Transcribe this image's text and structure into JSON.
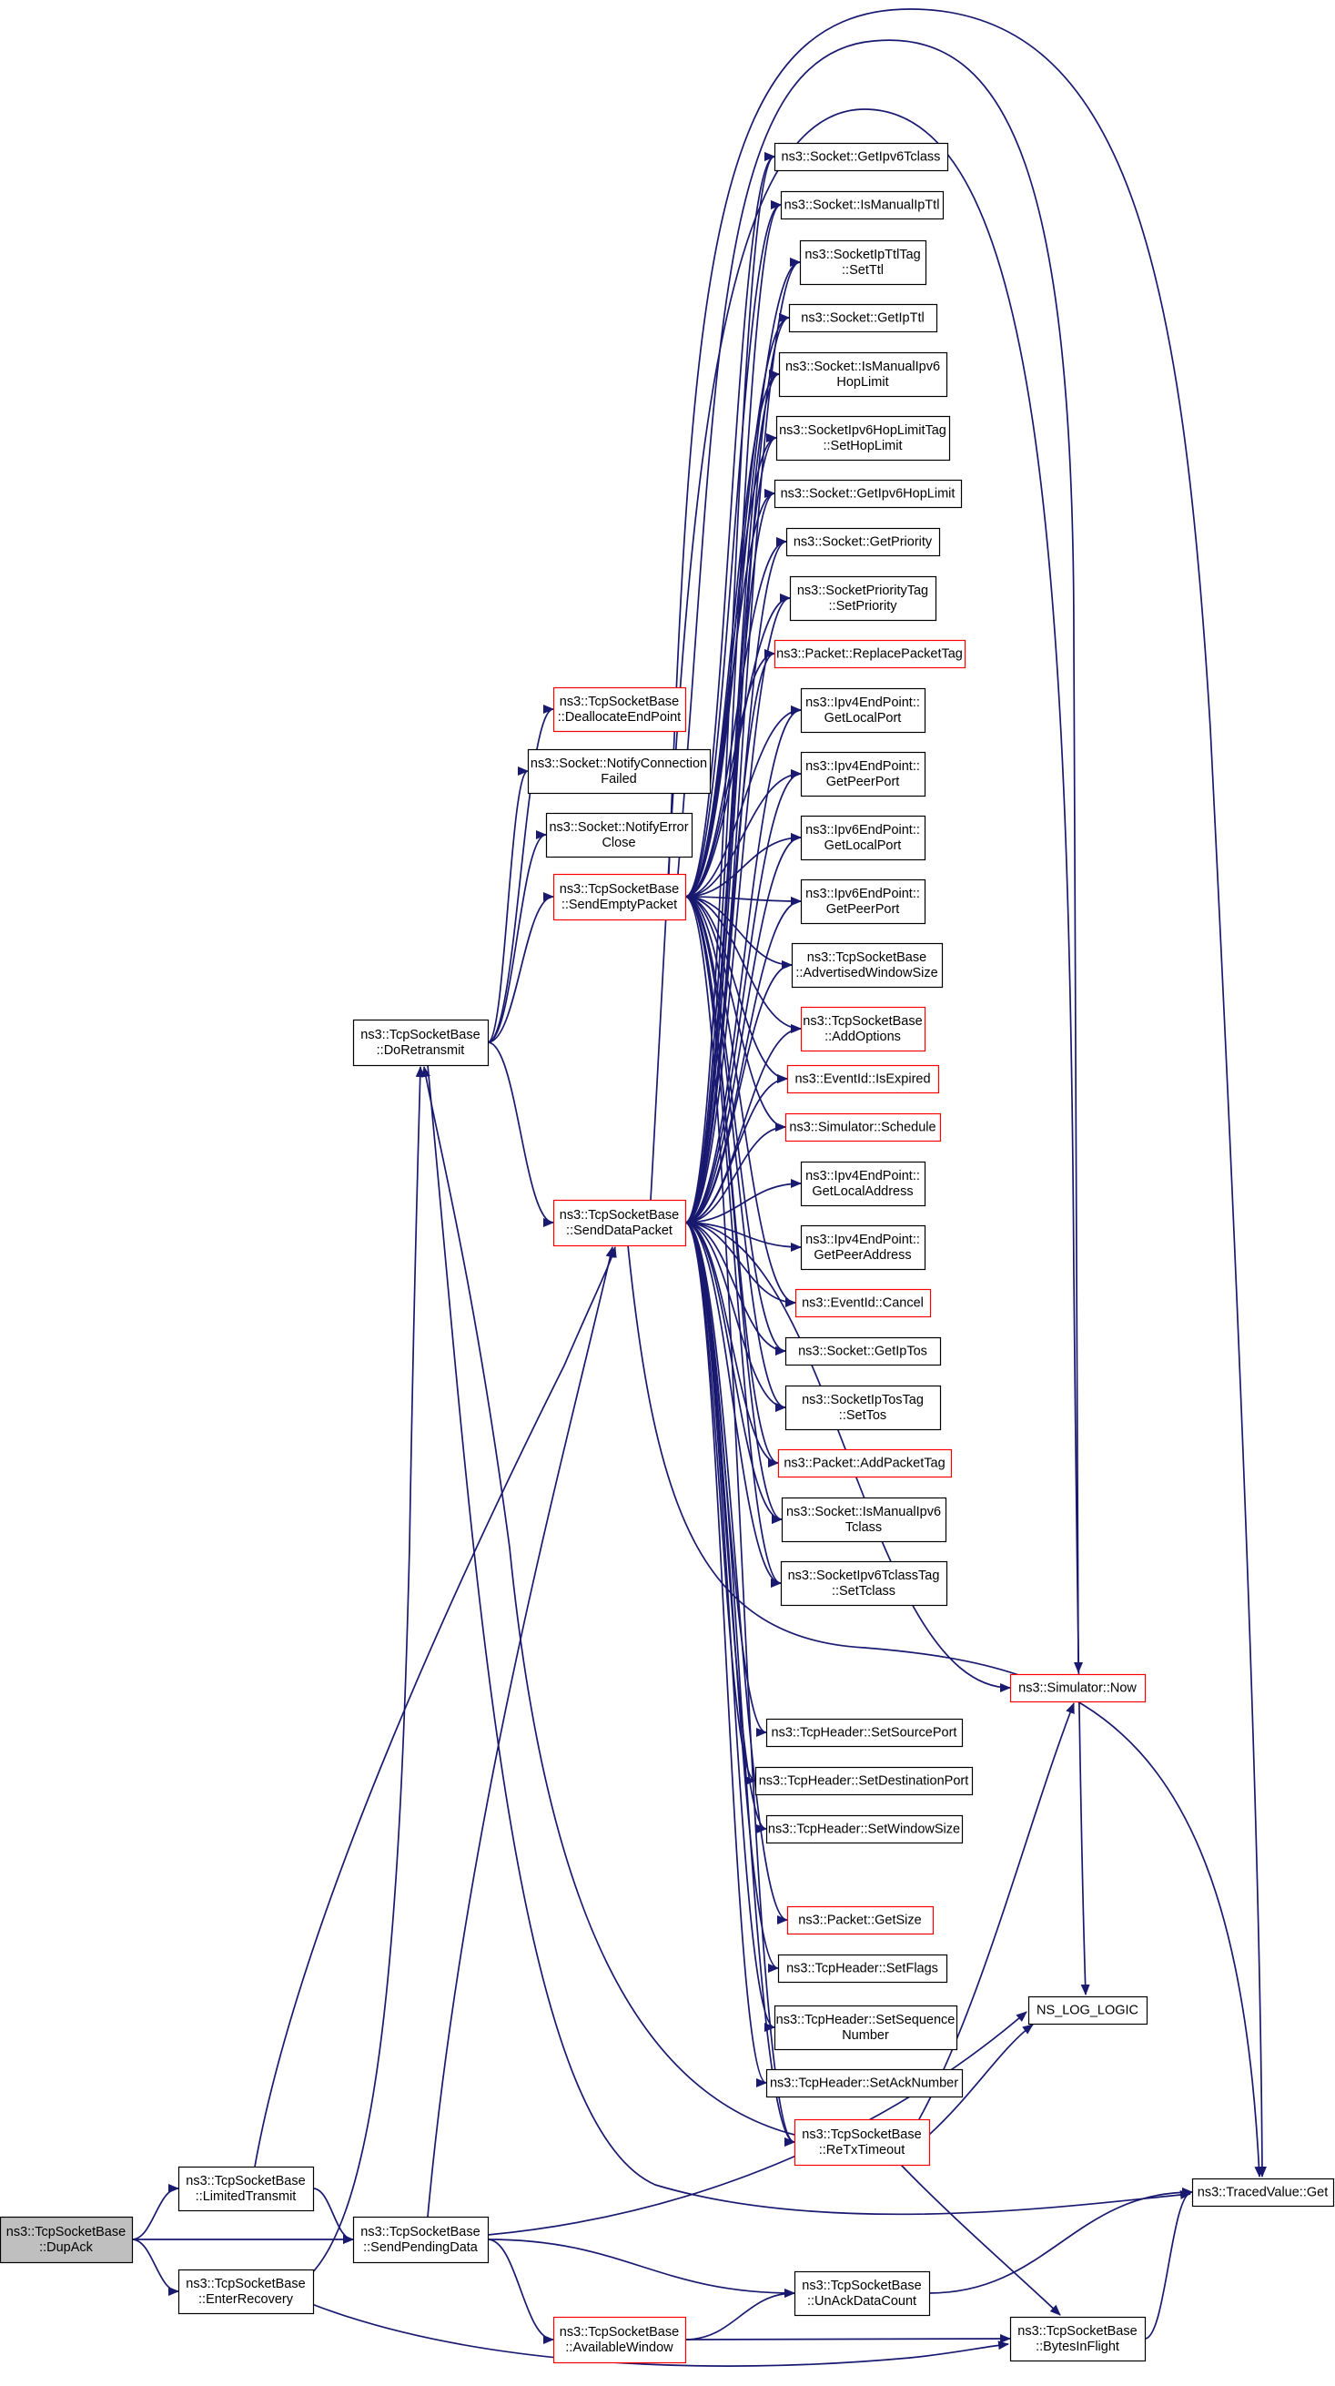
{
  "diagram": {
    "nodes": [
      {
        "id": "dupack",
        "lines": [
          "ns3::TcpSocketBase",
          "::DupAck"
        ],
        "style": "root"
      },
      {
        "id": "limitedtransmit",
        "lines": [
          "ns3::TcpSocketBase",
          "::LimitedTransmit"
        ],
        "style": "normal"
      },
      {
        "id": "enterrecovery",
        "lines": [
          "ns3::TcpSocketBase",
          "::EnterRecovery"
        ],
        "style": "normal"
      },
      {
        "id": "sendpendingdata",
        "lines": [
          "ns3::TcpSocketBase",
          "::SendPendingData"
        ],
        "style": "normal"
      },
      {
        "id": "doretransmit",
        "lines": [
          "ns3::TcpSocketBase",
          "::DoRetransmit"
        ],
        "style": "normal"
      },
      {
        "id": "deallocateendpoint",
        "lines": [
          "ns3::TcpSocketBase",
          "::DeallocateEndPoint"
        ],
        "style": "red"
      },
      {
        "id": "notifyconnectionfailed",
        "lines": [
          "ns3::Socket::NotifyConnection",
          "Failed"
        ],
        "style": "normal"
      },
      {
        "id": "notifyerrorclose",
        "lines": [
          "ns3::Socket::NotifyError",
          "Close"
        ],
        "style": "normal"
      },
      {
        "id": "sendemptypacket",
        "lines": [
          "ns3::TcpSocketBase",
          "::SendEmptyPacket"
        ],
        "style": "red"
      },
      {
        "id": "senddatapacket",
        "lines": [
          "ns3::TcpSocketBase",
          "::SendDataPacket"
        ],
        "style": "red"
      },
      {
        "id": "availablewindow",
        "lines": [
          "ns3::TcpSocketBase",
          "::AvailableWindow"
        ],
        "style": "red"
      },
      {
        "id": "getipv6tclass",
        "lines": [
          "ns3::Socket::GetIpv6Tclass"
        ],
        "style": "normal"
      },
      {
        "id": "ismanualipttl",
        "lines": [
          "ns3::Socket::IsManualIpTtl"
        ],
        "style": "normal"
      },
      {
        "id": "setttl",
        "lines": [
          "ns3::SocketIpTtlTag",
          "::SetTtl"
        ],
        "style": "normal"
      },
      {
        "id": "getipttl",
        "lines": [
          "ns3::Socket::GetIpTtl"
        ],
        "style": "normal"
      },
      {
        "id": "ismanualipv6hoplimit",
        "lines": [
          "ns3::Socket::IsManualIpv6",
          "HopLimit"
        ],
        "style": "normal"
      },
      {
        "id": "sethoplimit",
        "lines": [
          "ns3::SocketIpv6HopLimitTag",
          "::SetHopLimit"
        ],
        "style": "normal"
      },
      {
        "id": "getipv6hoplimit",
        "lines": [
          "ns3::Socket::GetIpv6HopLimit"
        ],
        "style": "normal"
      },
      {
        "id": "getpriority",
        "lines": [
          "ns3::Socket::GetPriority"
        ],
        "style": "normal"
      },
      {
        "id": "setpriority",
        "lines": [
          "ns3::SocketPriorityTag",
          "::SetPriority"
        ],
        "style": "normal"
      },
      {
        "id": "replacepackettag",
        "lines": [
          "ns3::Packet::ReplacePacketTag"
        ],
        "style": "red"
      },
      {
        "id": "ipv4getlocalport",
        "lines": [
          "ns3::Ipv4EndPoint::",
          "GetLocalPort"
        ],
        "style": "normal"
      },
      {
        "id": "ipv4getpeerport",
        "lines": [
          "ns3::Ipv4EndPoint::",
          "GetPeerPort"
        ],
        "style": "normal"
      },
      {
        "id": "ipv6getlocalport",
        "lines": [
          "ns3::Ipv6EndPoint::",
          "GetLocalPort"
        ],
        "style": "normal"
      },
      {
        "id": "ipv6getpeerport",
        "lines": [
          "ns3::Ipv6EndPoint::",
          "GetPeerPort"
        ],
        "style": "normal"
      },
      {
        "id": "advertisedwindowsize",
        "lines": [
          "ns3::TcpSocketBase",
          "::AdvertisedWindowSize"
        ],
        "style": "normal"
      },
      {
        "id": "addoptions",
        "lines": [
          "ns3::TcpSocketBase",
          "::AddOptions"
        ],
        "style": "red"
      },
      {
        "id": "isexpired",
        "lines": [
          "ns3::EventId::IsExpired"
        ],
        "style": "red"
      },
      {
        "id": "schedule",
        "lines": [
          "ns3::Simulator::Schedule"
        ],
        "style": "red"
      },
      {
        "id": "getlocaladdress",
        "lines": [
          "ns3::Ipv4EndPoint::",
          "GetLocalAddress"
        ],
        "style": "normal"
      },
      {
        "id": "getpeeraddress",
        "lines": [
          "ns3::Ipv4EndPoint::",
          "GetPeerAddress"
        ],
        "style": "normal"
      },
      {
        "id": "cancel",
        "lines": [
          "ns3::EventId::Cancel"
        ],
        "style": "red"
      },
      {
        "id": "getiptos",
        "lines": [
          "ns3::Socket::GetIpTos"
        ],
        "style": "normal"
      },
      {
        "id": "settos",
        "lines": [
          "ns3::SocketIpTosTag",
          "::SetTos"
        ],
        "style": "normal"
      },
      {
        "id": "addpackettag",
        "lines": [
          "ns3::Packet::AddPacketTag"
        ],
        "style": "red"
      },
      {
        "id": "ismanualipv6tclass",
        "lines": [
          "ns3::Socket::IsManualIpv6",
          "Tclass"
        ],
        "style": "normal"
      },
      {
        "id": "settclass",
        "lines": [
          "ns3::SocketIpv6TclassTag",
          "::SetTclass"
        ],
        "style": "normal"
      },
      {
        "id": "now",
        "lines": [
          "ns3::Simulator::Now"
        ],
        "style": "red"
      },
      {
        "id": "setsourceport",
        "lines": [
          "ns3::TcpHeader::SetSourcePort"
        ],
        "style": "normal"
      },
      {
        "id": "setdestinationport",
        "lines": [
          "ns3::TcpHeader::SetDestinationPort"
        ],
        "style": "normal"
      },
      {
        "id": "setwindowsize",
        "lines": [
          "ns3::TcpHeader::SetWindowSize"
        ],
        "style": "normal"
      },
      {
        "id": "getsize",
        "lines": [
          "ns3::Packet::GetSize"
        ],
        "style": "red"
      },
      {
        "id": "setflags",
        "lines": [
          "ns3::TcpHeader::SetFlags"
        ],
        "style": "normal"
      },
      {
        "id": "setsequencenumber",
        "lines": [
          "ns3::TcpHeader::SetSequence",
          "Number"
        ],
        "style": "normal"
      },
      {
        "id": "setacknumber",
        "lines": [
          "ns3::TcpHeader::SetAckNumber"
        ],
        "style": "normal"
      },
      {
        "id": "retxtimeout",
        "lines": [
          "ns3::TcpSocketBase",
          "::ReTxTimeout"
        ],
        "style": "red"
      },
      {
        "id": "nslogic",
        "lines": [
          "NS_LOG_LOGIC"
        ],
        "style": "normal"
      },
      {
        "id": "tracedvalueget",
        "lines": [
          "ns3::TracedValue::Get"
        ],
        "style": "normal"
      },
      {
        "id": "unackdatacount",
        "lines": [
          "ns3::TcpSocketBase",
          "::UnAckDataCount"
        ],
        "style": "normal"
      },
      {
        "id": "bytesinflight",
        "lines": [
          "ns3::TcpSocketBase",
          "::BytesInFlight"
        ],
        "style": "normal"
      }
    ],
    "edges": [
      [
        "dupack",
        "limitedtransmit"
      ],
      [
        "dupack",
        "sendpendingdata"
      ],
      [
        "dupack",
        "enterrecovery"
      ],
      [
        "limitedtransmit",
        "senddatapacket"
      ],
      [
        "limitedtransmit",
        "sendpendingdata"
      ],
      [
        "enterrecovery",
        "doretransmit"
      ],
      [
        "enterrecovery",
        "bytesinflight"
      ],
      [
        "sendpendingdata",
        "senddatapacket"
      ],
      [
        "sendpendingdata",
        "availablewindow"
      ],
      [
        "sendpendingdata",
        "unackdatacount"
      ],
      [
        "sendpendingdata",
        "nslogic"
      ],
      [
        "availablewindow",
        "unackdatacount"
      ],
      [
        "availablewindow",
        "bytesinflight"
      ],
      [
        "unackdatacount",
        "tracedvalueget"
      ],
      [
        "bytesinflight",
        "tracedvalueget"
      ],
      [
        "doretransmit",
        "deallocateendpoint"
      ],
      [
        "doretransmit",
        "notifyconnectionfailed"
      ],
      [
        "doretransmit",
        "notifyerrorclose"
      ],
      [
        "doretransmit",
        "sendemptypacket"
      ],
      [
        "doretransmit",
        "senddatapacket"
      ],
      [
        "doretransmit",
        "tracedvalueget"
      ],
      [
        "retxtimeout",
        "doretransmit"
      ],
      [
        "retxtimeout",
        "now"
      ],
      [
        "retxtimeout",
        "nslogic"
      ],
      [
        "retxtimeout",
        "bytesinflight"
      ],
      [
        "sendemptypacket",
        "getipv6tclass"
      ],
      [
        "sendemptypacket",
        "ismanualipttl"
      ],
      [
        "sendemptypacket",
        "setttl"
      ],
      [
        "sendemptypacket",
        "getipttl"
      ],
      [
        "sendemptypacket",
        "ismanualipv6hoplimit"
      ],
      [
        "sendemptypacket",
        "sethoplimit"
      ],
      [
        "sendemptypacket",
        "getipv6hoplimit"
      ],
      [
        "sendemptypacket",
        "getpriority"
      ],
      [
        "sendemptypacket",
        "setpriority"
      ],
      [
        "sendemptypacket",
        "replacepackettag"
      ],
      [
        "sendemptypacket",
        "ipv4getlocalport"
      ],
      [
        "sendemptypacket",
        "ipv4getpeerport"
      ],
      [
        "sendemptypacket",
        "ipv6getlocalport"
      ],
      [
        "sendemptypacket",
        "ipv6getpeerport"
      ],
      [
        "sendemptypacket",
        "advertisedwindowsize"
      ],
      [
        "sendemptypacket",
        "addoptions"
      ],
      [
        "sendemptypacket",
        "isexpired"
      ],
      [
        "sendemptypacket",
        "schedule"
      ],
      [
        "sendemptypacket",
        "cancel"
      ],
      [
        "sendemptypacket",
        "getiptos"
      ],
      [
        "sendemptypacket",
        "settos"
      ],
      [
        "sendemptypacket",
        "addpackettag"
      ],
      [
        "sendemptypacket",
        "ismanualipv6tclass"
      ],
      [
        "sendemptypacket",
        "settclass"
      ],
      [
        "sendemptypacket",
        "retxtimeout"
      ],
      [
        "sendemptypacket",
        "now"
      ],
      [
        "sendemptypacket",
        "tracedvalueget"
      ],
      [
        "senddatapacket",
        "getipv6tclass"
      ],
      [
        "senddatapacket",
        "ismanualipttl"
      ],
      [
        "senddatapacket",
        "setttl"
      ],
      [
        "senddatapacket",
        "getipttl"
      ],
      [
        "senddatapacket",
        "ismanualipv6hoplimit"
      ],
      [
        "senddatapacket",
        "sethoplimit"
      ],
      [
        "senddatapacket",
        "getipv6hoplimit"
      ],
      [
        "senddatapacket",
        "getpriority"
      ],
      [
        "senddatapacket",
        "setpriority"
      ],
      [
        "senddatapacket",
        "replacepackettag"
      ],
      [
        "senddatapacket",
        "ipv4getlocalport"
      ],
      [
        "senddatapacket",
        "ipv4getpeerport"
      ],
      [
        "senddatapacket",
        "ipv6getlocalport"
      ],
      [
        "senddatapacket",
        "ipv6getpeerport"
      ],
      [
        "senddatapacket",
        "advertisedwindowsize"
      ],
      [
        "senddatapacket",
        "addoptions"
      ],
      [
        "senddatapacket",
        "isexpired"
      ],
      [
        "senddatapacket",
        "schedule"
      ],
      [
        "senddatapacket",
        "getlocaladdress"
      ],
      [
        "senddatapacket",
        "getpeeraddress"
      ],
      [
        "senddatapacket",
        "cancel"
      ],
      [
        "senddatapacket",
        "getiptos"
      ],
      [
        "senddatapacket",
        "settos"
      ],
      [
        "senddatapacket",
        "addpackettag"
      ],
      [
        "senddatapacket",
        "ismanualipv6tclass"
      ],
      [
        "senddatapacket",
        "settclass"
      ],
      [
        "senddatapacket",
        "now"
      ],
      [
        "senddatapacket",
        "setsourceport"
      ],
      [
        "senddatapacket",
        "setdestinationport"
      ],
      [
        "senddatapacket",
        "setwindowsize"
      ],
      [
        "senddatapacket",
        "getsize"
      ],
      [
        "senddatapacket",
        "setflags"
      ],
      [
        "senddatapacket",
        "setsequencenumber"
      ],
      [
        "senddatapacket",
        "setacknumber"
      ],
      [
        "senddatapacket",
        "retxtimeout"
      ],
      [
        "senddatapacket",
        "nslogic"
      ],
      [
        "senddatapacket",
        "tracedvalueget"
      ]
    ]
  }
}
